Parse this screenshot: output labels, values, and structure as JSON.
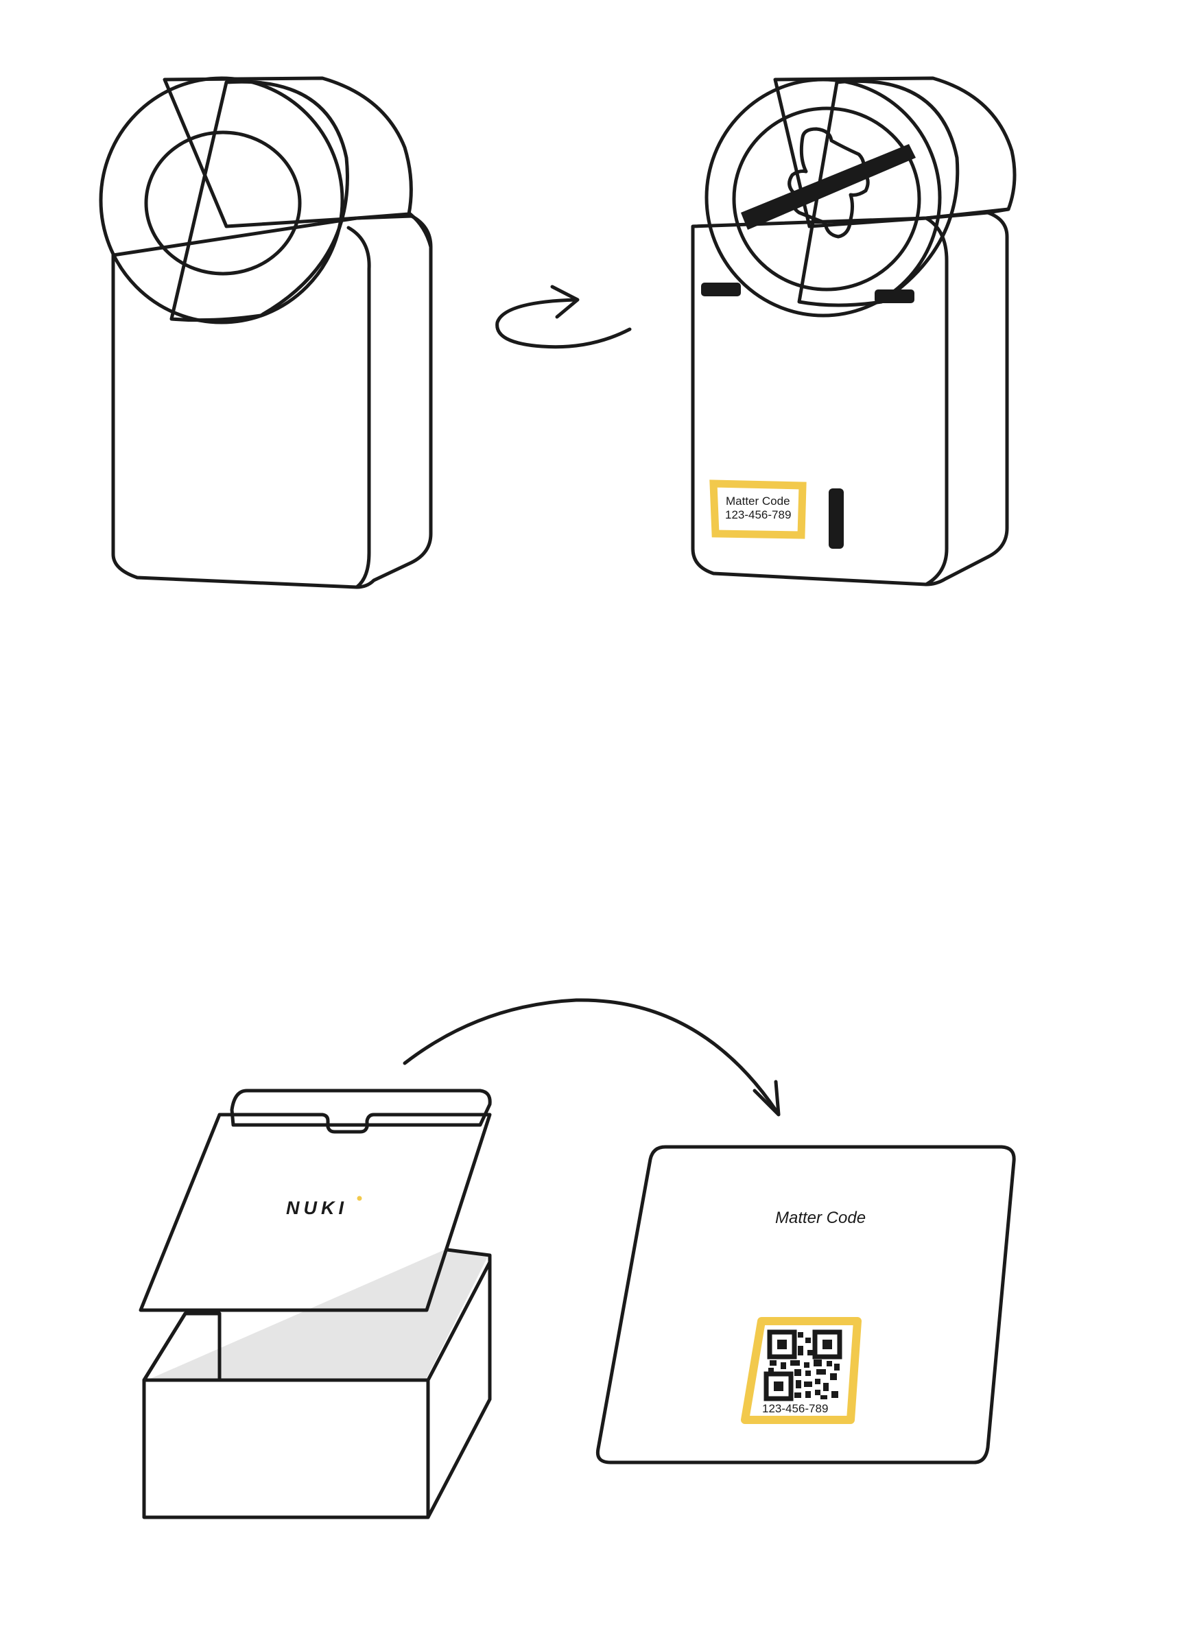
{
  "colors": {
    "ink": "#1a1a1a",
    "accent": "#f2c94c",
    "box_interior": "#e5e5e5",
    "paper": "#ffffff"
  },
  "lock_back": {
    "sticker_title": "Matter Code",
    "sticker_code": "123-456-789"
  },
  "package": {
    "brand": "NUKI"
  },
  "card": {
    "title": "Matter Code",
    "code": "123-456-789",
    "qr_icon": "qr-code-icon"
  },
  "icons": [
    "rotate-arrow-icon",
    "curved-arrow-icon"
  ]
}
